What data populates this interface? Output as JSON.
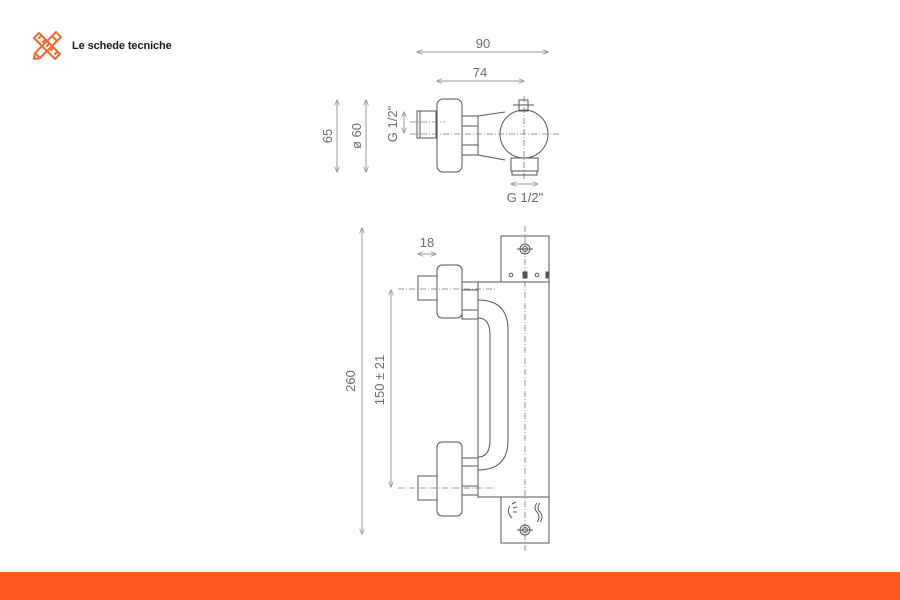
{
  "brand": {
    "label": "Le schede tecniche",
    "icon": "pencil-ruler-cross-icon",
    "color": "#f26a33"
  },
  "top_view": {
    "dimensions": {
      "overall_width": "90",
      "body_width": "74",
      "height": "65",
      "diameter": "ø 60",
      "inlet_thread": "G 1/2\"",
      "outlet_thread": "G 1/2\""
    }
  },
  "front_view": {
    "dimensions": {
      "overall_height": "260",
      "inlet_spacing": "150 ± 21",
      "inlet_length": "18"
    },
    "symbols": [
      "shower-icon",
      "wave-temperature-icon"
    ]
  },
  "colors": {
    "accent": "#ff5a1f",
    "line": "#555555",
    "dim_line": "#9a9a9a",
    "text": "#6b6b6b"
  },
  "footer": {
    "color": "#ff5a1f"
  }
}
